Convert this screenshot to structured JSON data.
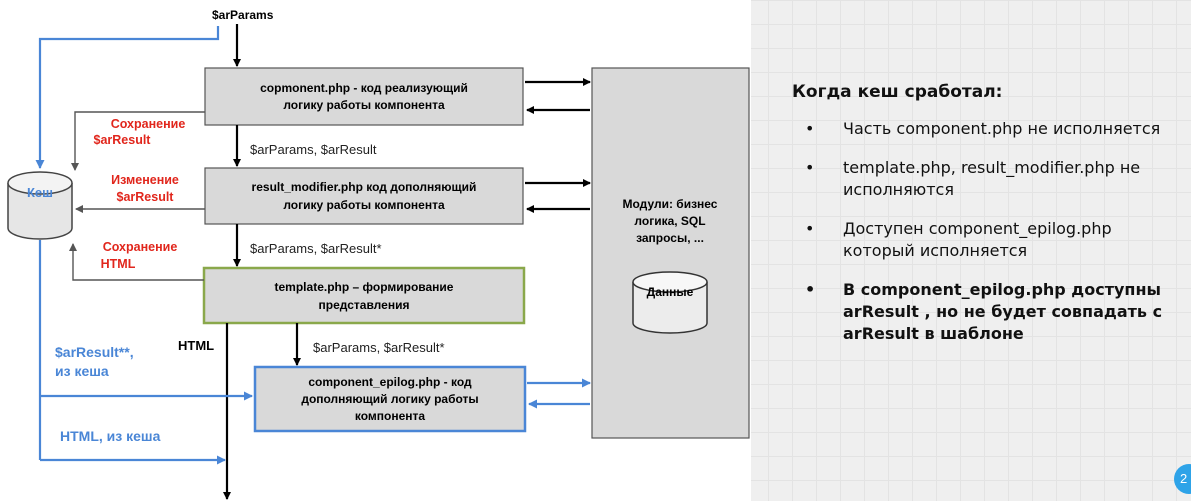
{
  "diagram": {
    "top_input": "$arParams",
    "component_box": [
      "copmonent.php - код реализующий",
      "логику работы компонента"
    ],
    "result_modifier_box": [
      "result_modifier.php код дополняющий",
      "логику работы компонента"
    ],
    "template_box": [
      "template.php – формирование",
      "представления"
    ],
    "epilog_box": [
      "component_epilog.php - код",
      "дополняющий логику работы",
      "компонента"
    ],
    "modules_box": [
      "Модули: бизнес",
      "логика, SQL",
      "запросы, ..."
    ],
    "data_cylinder": "Данные",
    "cache_cylinder": "Кеш",
    "flow_labels": {
      "params_result": "$arParams, $arResult",
      "params_result_star": "$arParams, $arResult*",
      "params_result_star2": "$arParams, $arResult*",
      "html": "HTML"
    },
    "red_labels": {
      "save_result": [
        "Сохранение",
        "$arResult"
      ],
      "change_result": [
        "Изменение",
        "$arResult"
      ],
      "save_html": [
        "Сохранение",
        "HTML"
      ]
    },
    "blue_labels": {
      "result_from_cache": [
        "$arResult**,",
        "из кеша"
      ],
      "html_from_cache": "HTML, из кеша"
    },
    "colors": {
      "box_fill": "#d9d9d9",
      "red": "#e1261c",
      "blue": "#4a86d6",
      "template_border": "#8aa84b"
    }
  },
  "notes": {
    "title": "Когда кеш сработал:",
    "items": [
      "Часть component.php  не исполняется",
      "template.php, result_modifier.php не исполняются",
      "Доступен component_epilog.php который исполняется",
      "В component_epilog.php доступны arResult , но не будет совпадать с arResult  в шаблоне"
    ],
    "bullet": "•"
  },
  "badge": "2"
}
